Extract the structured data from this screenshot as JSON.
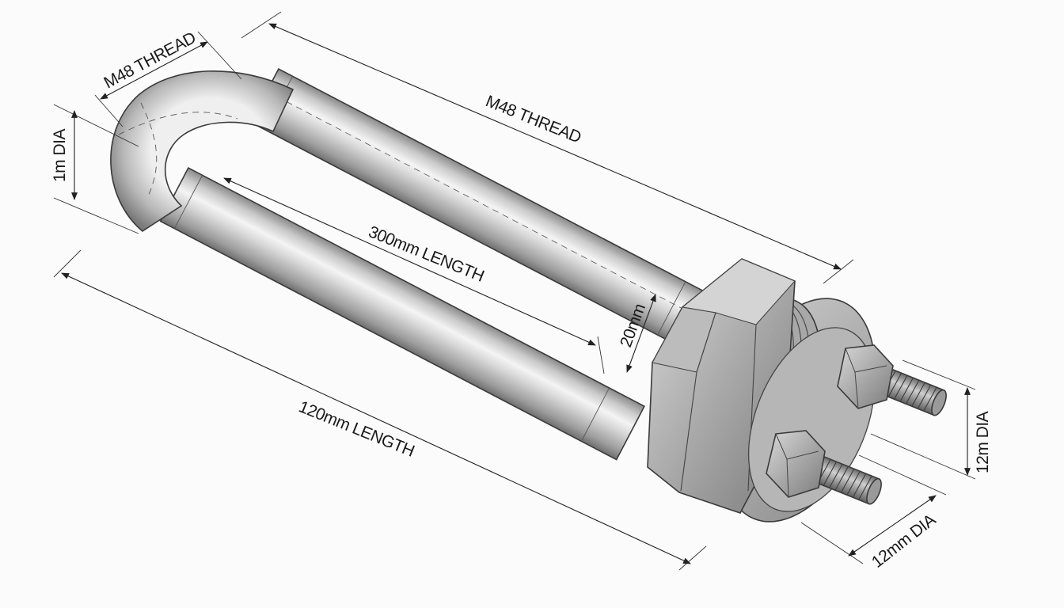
{
  "dimensions": {
    "thread_top_left": "M48 THREAD",
    "thread_long": "M48 THREAD",
    "tube_dia_left": "1m DIA",
    "inner_length": "300mm LENGTH",
    "gap": "20mm",
    "overall_length": "120mm LENGTH",
    "stud_dia_right": "12m DIA",
    "stud_dia_bottom": "12mm DIA"
  },
  "colors": {
    "metal_light": "#e9e9e9",
    "metal_mid": "#b9b9b9",
    "metal_dark": "#7d7d7d",
    "outline": "#3a3a3a"
  }
}
